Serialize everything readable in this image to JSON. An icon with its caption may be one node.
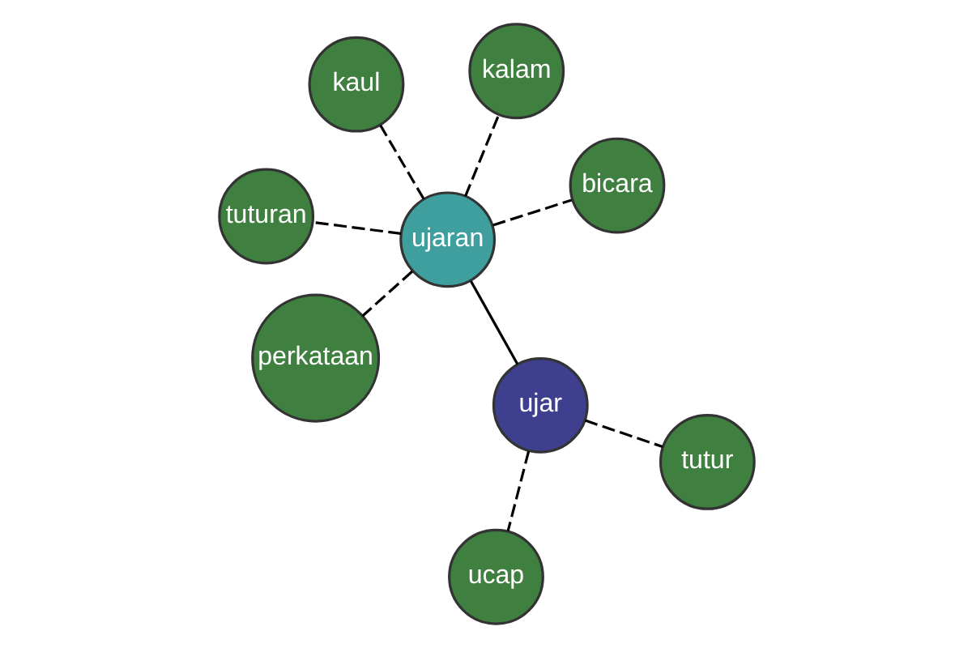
{
  "diagram": {
    "nodes": [
      {
        "text": [
          "tuturan"
        ]
      },
      {
        "text": [
          "bicara"
        ]
      },
      {
        "text": [
          "perkataan"
        ]
      },
      {
        "text": [
          "ujaran"
        ]
      },
      {
        "text": [
          "kalam"
        ]
      },
      {
        "text": [
          "kaul"
        ]
      },
      {
        "text": [
          "ujar"
        ]
      },
      {
        "text": [
          "tutur"
        ]
      },
      {
        "text": [
          "ucap"
        ]
      }
    ],
    "edges": [
      {
        "from": 6,
        "to": 3,
        "arrow": "none"
      },
      {
        "from": 3,
        "to": 0,
        "arrow": "none",
        "style": "dashed"
      },
      {
        "from": 3,
        "to": 1,
        "arrow": "none",
        "style": "dashed"
      },
      {
        "from": 3,
        "to": 2,
        "arrow": "none",
        "style": "dashed"
      },
      {
        "from": 3,
        "to": 4,
        "arrow": "none",
        "style": "dashed"
      },
      {
        "from": 3,
        "to": 5,
        "arrow": "none",
        "style": "dashed"
      },
      {
        "from": 6,
        "to": 7,
        "arrow": "none",
        "style": "dashed"
      },
      {
        "from": 6,
        "to": 8,
        "arrow": "none",
        "style": "dashed"
      }
    ]
  }
}
